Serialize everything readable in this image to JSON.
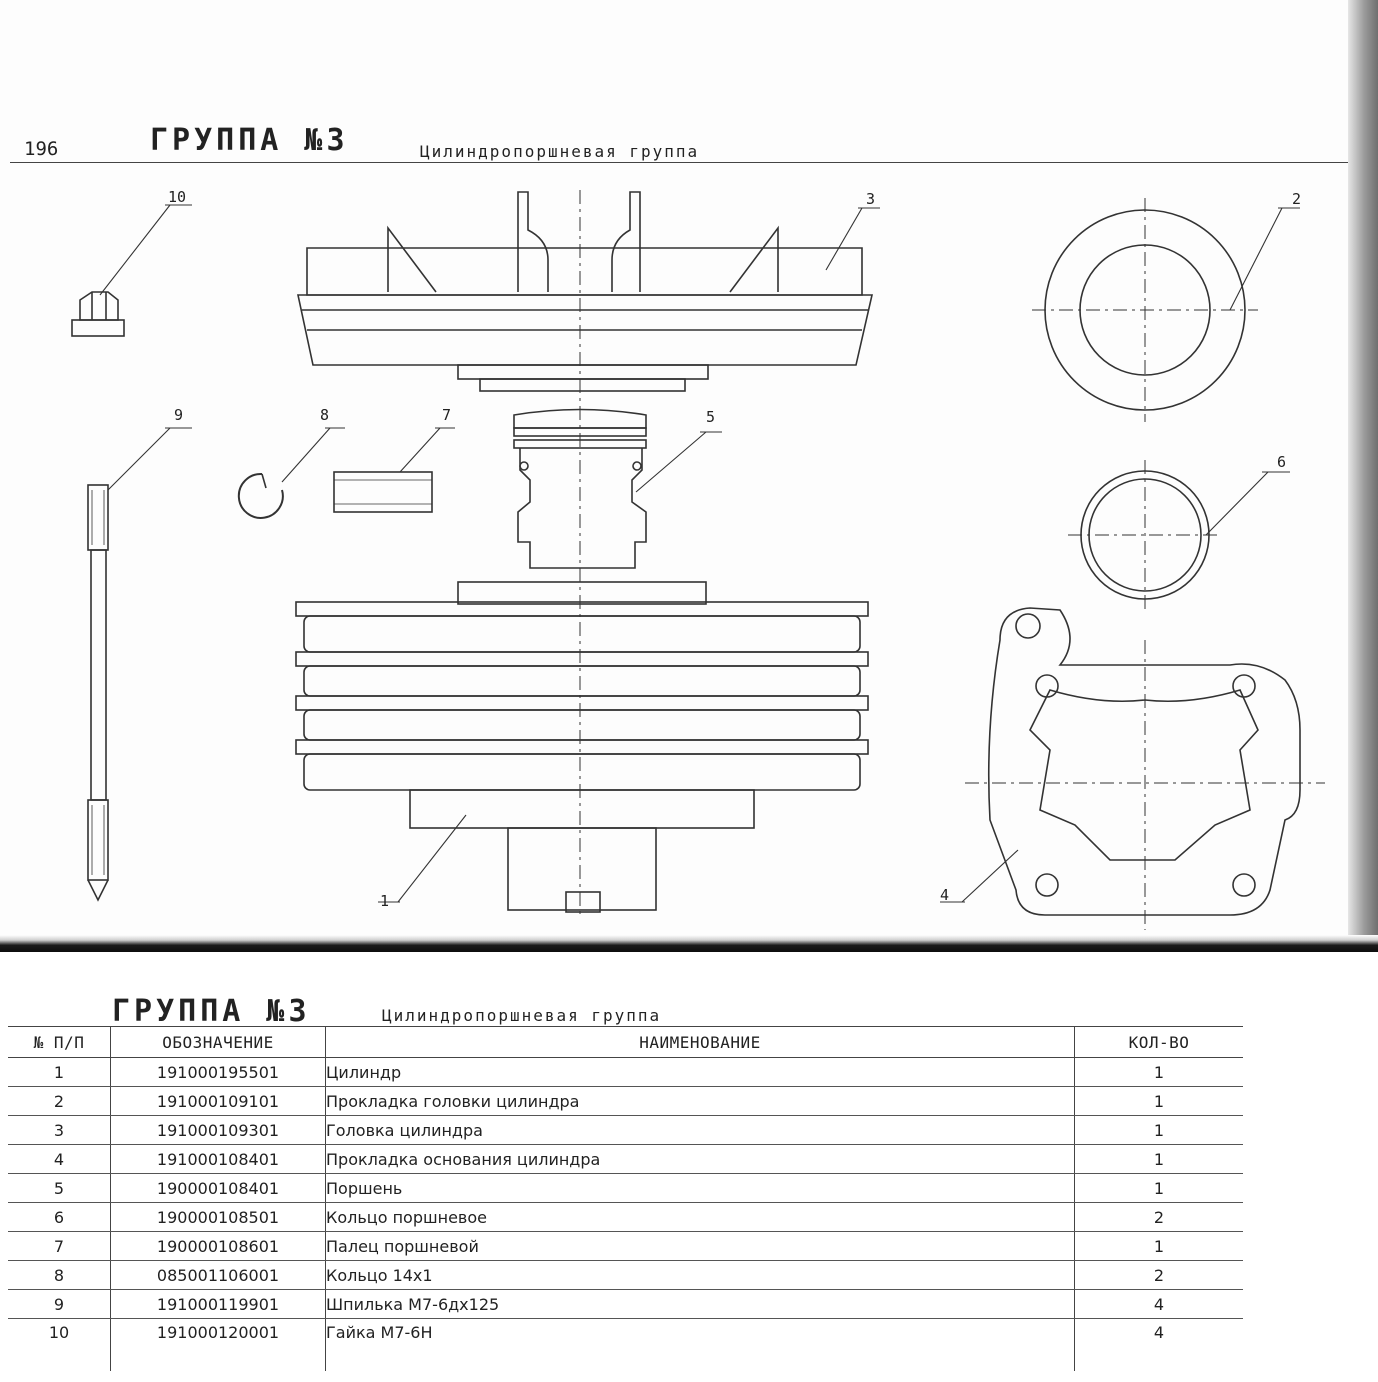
{
  "page": {
    "number": "196",
    "group_title": "ГРУППА №3",
    "group_subtitle": "Цилиндропоршневая группа"
  },
  "drawing": {
    "callouts": [
      "1",
      "2",
      "3",
      "4",
      "5",
      "6",
      "7",
      "8",
      "9",
      "10"
    ]
  },
  "table_header": {
    "group_title": "ГРУППА №3",
    "group_subtitle": "Цилиндропоршневая группа"
  },
  "table": {
    "columns": [
      "№ П/П",
      "ОБОЗНАЧЕНИЕ",
      "НАИМЕНОВАНИЕ",
      "КОЛ-ВО"
    ],
    "rows": [
      {
        "num": "1",
        "designation": "191000195501",
        "name": "Цилиндр",
        "qty": "1"
      },
      {
        "num": "2",
        "designation": "191000109101",
        "name": "Прокладка головки цилиндра",
        "qty": "1"
      },
      {
        "num": "3",
        "designation": "191000109301",
        "name": "Головка цилиндра",
        "qty": "1"
      },
      {
        "num": "4",
        "designation": "191000108401",
        "name": "Прокладка основания цилиндра",
        "qty": "1"
      },
      {
        "num": "5",
        "designation": "190000108401",
        "name": "Поршень",
        "qty": "1"
      },
      {
        "num": "6",
        "designation": "190000108501",
        "name": "Кольцо поршневое",
        "qty": "2"
      },
      {
        "num": "7",
        "designation": "190000108601",
        "name": "Палец поршневой",
        "qty": "1"
      },
      {
        "num": "8",
        "designation": "085001106001",
        "name": "Кольцо 14х1",
        "qty": "2"
      },
      {
        "num": "9",
        "designation": "191000119901",
        "name": "Шпилька М7-6дх125",
        "qty": "4"
      },
      {
        "num": "10",
        "designation": "191000120001",
        "name": "Гайка М7-6Н",
        "qty": "4"
      }
    ]
  }
}
